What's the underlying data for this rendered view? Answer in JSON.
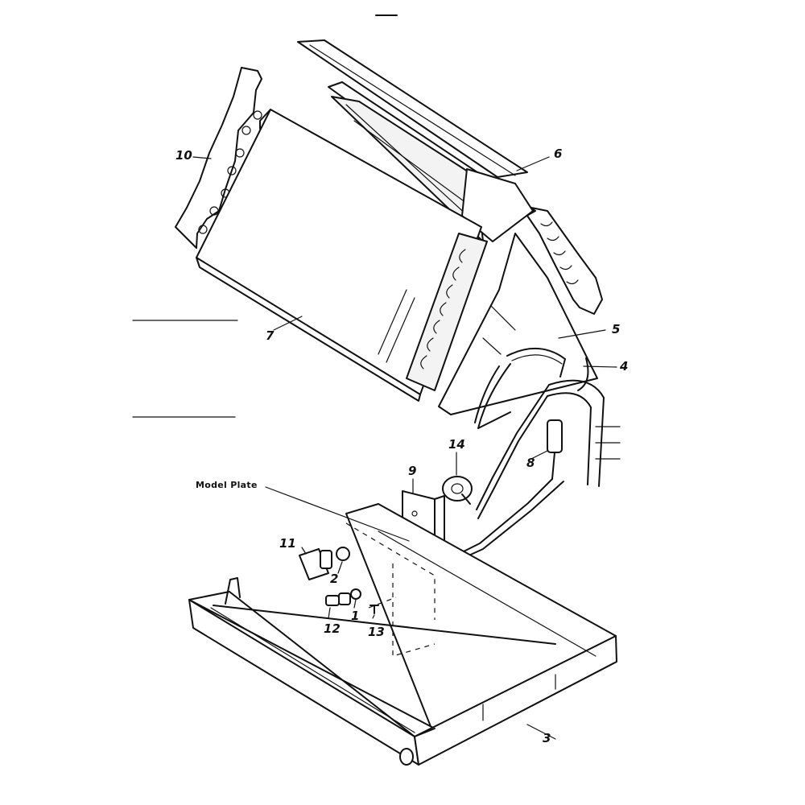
{
  "diagram": {
    "callouts": {
      "c1": "1",
      "c2": "2",
      "c3": "3",
      "c4": "4",
      "c5": "5",
      "c6": "6",
      "c7": "7",
      "c8": "8",
      "c9": "9",
      "c10": "10",
      "c11": "11",
      "c12": "12",
      "c13": "13",
      "c14": "14",
      "model_plate": "Model Plate"
    }
  }
}
